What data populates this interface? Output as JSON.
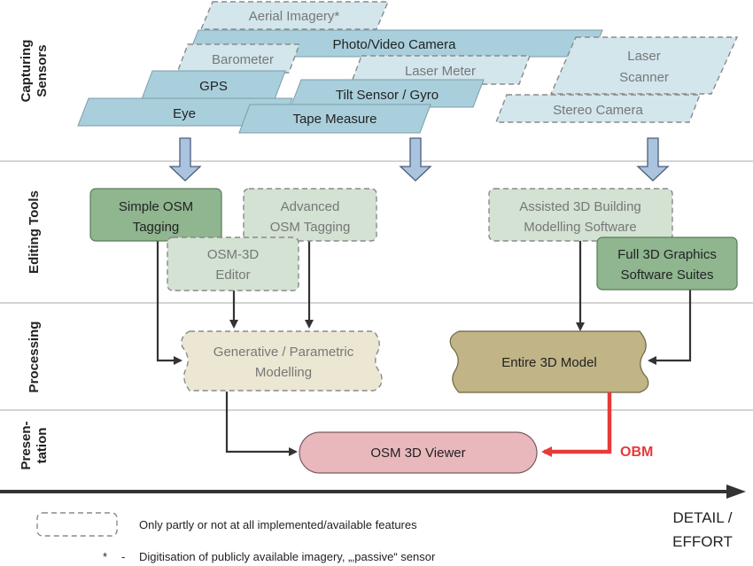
{
  "lanes": {
    "capturing": "Capturing Sensors",
    "editing": "Editing Tools",
    "processing": "Processing",
    "presentation_line1": "Presen-",
    "presentation_line2": "tation"
  },
  "sensors": {
    "aerial": "Aerial Imagery*",
    "photo_video": "Photo/Video Camera",
    "barometer": "Barometer",
    "laser_meter": "Laser Meter",
    "laser_scanner_line1": "Laser",
    "laser_scanner_line2": "Scanner",
    "gps": "GPS",
    "tilt": "Tilt Sensor / Gyro",
    "eye": "Eye",
    "tape": "Tape Measure",
    "stereo": "Stereo Camera"
  },
  "tools": {
    "simple_line1": "Simple OSM",
    "simple_line2": "Tagging",
    "advanced_line1": "Advanced",
    "advanced_line2": "OSM Tagging",
    "editor_line1": "OSM-3D",
    "editor_line2": "Editor",
    "assisted_line1": "Assisted 3D Building",
    "assisted_line2": "Modelling Software",
    "full_line1": "Full 3D Graphics",
    "full_line2": "Software Suites"
  },
  "processing": {
    "generative_line1": "Generative / Parametric",
    "generative_line2": "Modelling",
    "entire": "Entire 3D Model"
  },
  "presentation": {
    "viewer": "OSM 3D Viewer",
    "obm": "OBM"
  },
  "axis": {
    "label_line1": "DETAIL /",
    "label_line2": "EFFORT"
  },
  "legend": {
    "dashed_text": "Only partly or not at all implemented/available features",
    "star_symbol": "*",
    "star_dash": "-",
    "star_text": "Digitisation of publicly available imagery, „‚passive“ sensor"
  },
  "colors": {
    "sensor_fill": "#a9cfdc",
    "sensor_fill_light": "#d2e6ec",
    "tool_dark": "#8fb68f",
    "tool_light": "#d3e2d2",
    "process_light": "#ece7d2",
    "entire_fill": "#c1b486",
    "viewer_fill": "#e9b8bd",
    "obm_red": "#e83a3a"
  }
}
